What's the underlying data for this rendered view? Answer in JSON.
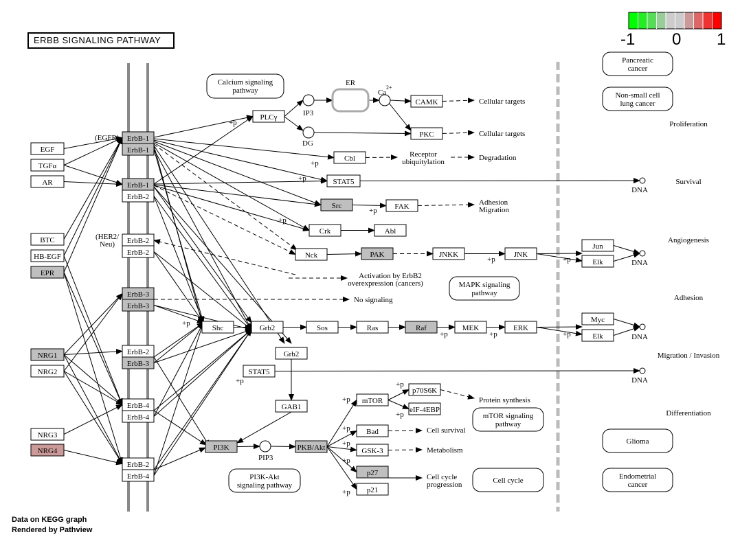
{
  "title": "ERBB SIGNALING PATHWAY",
  "legend": {
    "min": "-1",
    "mid": "0",
    "max": "1",
    "colors": [
      "#00ff00",
      "#22ee22",
      "#55dd55",
      "#99cc99",
      "#cccccc",
      "#cccccc",
      "#cc9999",
      "#dd6666",
      "#ee3333",
      "#ff0000"
    ]
  },
  "credits": {
    "line1": "Data on KEGG graph",
    "line2": "Rendered by  Pathview"
  },
  "labels": {
    "egfr": "(EGFR)",
    "her2": "(HER2/",
    "neu": "Neu)",
    "er": "ER",
    "ca": "Ca",
    "ca_sup": "2+",
    "ip3": "IP3",
    "dg": "DG",
    "pip3": "PIP3",
    "dna": "DNA",
    "p": "+p",
    "cellular_targets": "Cellular targets",
    "receptor": "Receptor",
    "ubiquitylation": "ubiquitylation",
    "degradation": "Degradation",
    "adhesion_l1": "Adhesion",
    "adhesion_l2": "Migration",
    "activation_l1": "Activation by ErbB2",
    "activation_l2": "overexpression (cancers)",
    "no_signaling": "No signaling",
    "protein_synthesis": "Protein synthesis",
    "cell_survival": "Cell survival",
    "metabolism": "Metabolism",
    "cell_cycle_prog_l1": "Cell cycle",
    "cell_cycle_prog_l2": "progression"
  },
  "outcomes": [
    "Proliferation",
    "Survival",
    "Angiogenesis",
    "Adhesion",
    "Migration / Invasion",
    "Differentiation"
  ],
  "nodes": [
    {
      "id": "EGF",
      "label": "EGF",
      "color": "#ffffff"
    },
    {
      "id": "TGFa",
      "label": "TGFα",
      "color": "#ffffff"
    },
    {
      "id": "AR",
      "label": "AR",
      "color": "#ffffff"
    },
    {
      "id": "BTC",
      "label": "BTC",
      "color": "#ffffff"
    },
    {
      "id": "HBEGF",
      "label": "HB-EGF",
      "color": "#ffffff"
    },
    {
      "id": "EPR",
      "label": "EPR",
      "color": "#bfbfbf"
    },
    {
      "id": "NRG1",
      "label": "NRG1",
      "color": "#bfbfbf"
    },
    {
      "id": "NRG2",
      "label": "NRG2",
      "color": "#ffffff"
    },
    {
      "id": "NRG3",
      "label": "NRG3",
      "color": "#ffffff"
    },
    {
      "id": "NRG4",
      "label": "NRG4",
      "color": "#cc9999"
    },
    {
      "id": "R11a",
      "label": "ErbB-1",
      "color": "#bfbfbf"
    },
    {
      "id": "R11b",
      "label": "ErbB-1",
      "color": "#bfbfbf"
    },
    {
      "id": "R12a",
      "label": "ErbB-1",
      "color": "#bfbfbf"
    },
    {
      "id": "R12b",
      "label": "ErbB-2",
      "color": "#ffffff"
    },
    {
      "id": "R22a",
      "label": "ErbB-2",
      "color": "#ffffff"
    },
    {
      "id": "R22b",
      "label": "ErbB-2",
      "color": "#ffffff"
    },
    {
      "id": "R33a",
      "label": "ErbB-3",
      "color": "#bfbfbf"
    },
    {
      "id": "R33b",
      "label": "ErbB-3",
      "color": "#bfbfbf"
    },
    {
      "id": "R23a",
      "label": "ErbB-2",
      "color": "#ffffff"
    },
    {
      "id": "R23b",
      "label": "ErbB-3",
      "color": "#bfbfbf"
    },
    {
      "id": "R44a",
      "label": "ErbB-4",
      "color": "#ffffff"
    },
    {
      "id": "R44b",
      "label": "ErbB-4",
      "color": "#ffffff"
    },
    {
      "id": "R24a",
      "label": "ErbB-2",
      "color": "#ffffff"
    },
    {
      "id": "R24b",
      "label": "ErbB-4",
      "color": "#ffffff"
    },
    {
      "id": "PLCy",
      "label": "PLCγ",
      "color": "#ffffff"
    },
    {
      "id": "CAMK",
      "label": "CAMK",
      "color": "#ffffff"
    },
    {
      "id": "PKC",
      "label": "PKC",
      "color": "#ffffff"
    },
    {
      "id": "Cbl",
      "label": "Cbl",
      "color": "#ffffff"
    },
    {
      "id": "STAT5a",
      "label": "STAT5",
      "color": "#ffffff"
    },
    {
      "id": "Src",
      "label": "Src",
      "color": "#bfbfbf"
    },
    {
      "id": "FAK",
      "label": "FAK",
      "color": "#ffffff"
    },
    {
      "id": "Crk",
      "label": "Crk",
      "color": "#ffffff"
    },
    {
      "id": "Abl",
      "label": "Abl",
      "color": "#ffffff"
    },
    {
      "id": "Nck",
      "label": "Nck",
      "color": "#ffffff"
    },
    {
      "id": "PAK",
      "label": "PAK",
      "color": "#bfbfbf"
    },
    {
      "id": "JNKK",
      "label": "JNKK",
      "color": "#ffffff"
    },
    {
      "id": "JNK",
      "label": "JNK",
      "color": "#ffffff"
    },
    {
      "id": "Jun",
      "label": "Jun",
      "color": "#ffffff"
    },
    {
      "id": "Elk1",
      "label": "Elk",
      "color": "#ffffff"
    },
    {
      "id": "Shc",
      "label": "Shc",
      "color": "#ffffff"
    },
    {
      "id": "Grb2a",
      "label": "Grb2",
      "color": "#ffffff"
    },
    {
      "id": "Sos",
      "label": "Sos",
      "color": "#ffffff"
    },
    {
      "id": "Ras",
      "label": "Ras",
      "color": "#ffffff"
    },
    {
      "id": "Raf",
      "label": "Raf",
      "color": "#bfbfbf"
    },
    {
      "id": "MEK",
      "label": "MEK",
      "color": "#ffffff"
    },
    {
      "id": "ERK",
      "label": "ERK",
      "color": "#ffffff"
    },
    {
      "id": "Myc",
      "label": "Myc",
      "color": "#ffffff"
    },
    {
      "id": "Elk2",
      "label": "Elk",
      "color": "#ffffff"
    },
    {
      "id": "Grb2b",
      "label": "Grb2",
      "color": "#ffffff"
    },
    {
      "id": "STAT5b",
      "label": "STAT5",
      "color": "#ffffff"
    },
    {
      "id": "GAB1",
      "label": "GAB1",
      "color": "#ffffff"
    },
    {
      "id": "mTOR",
      "label": "mTOR",
      "color": "#ffffff"
    },
    {
      "id": "p70S6K",
      "label": "p70S6K",
      "color": "#ffffff"
    },
    {
      "id": "eIF4EBP",
      "label": "eIF-4EBP",
      "color": "#ffffff"
    },
    {
      "id": "PI3K",
      "label": "PI3K",
      "color": "#bfbfbf"
    },
    {
      "id": "PKB",
      "label": "PKB/Akt",
      "color": "#bfbfbf"
    },
    {
      "id": "Bad",
      "label": "Bad",
      "color": "#ffffff"
    },
    {
      "id": "GSK3",
      "label": "GSK-3",
      "color": "#ffffff"
    },
    {
      "id": "p27",
      "label": "p27",
      "color": "#bfbfbf"
    },
    {
      "id": "p21",
      "label": "p21",
      "color": "#ffffff"
    }
  ],
  "pathways": [
    {
      "id": "calcium",
      "l1": "Calcium signaling",
      "l2": "pathway"
    },
    {
      "id": "mapk",
      "l1": "MAPK signaling",
      "l2": "pathway"
    },
    {
      "id": "mtor",
      "l1": "mTOR signaling",
      "l2": "pathway"
    },
    {
      "id": "pi3k",
      "l1": "PI3K-Akt",
      "l2": "signaling pathway"
    },
    {
      "id": "cellcycle",
      "l1": "Cell cycle",
      "l2": ""
    },
    {
      "id": "pancreatic",
      "l1": "Pancreatic",
      "l2": "cancer"
    },
    {
      "id": "nsclc",
      "l1": "Non-small cell",
      "l2": "lung cancer"
    },
    {
      "id": "glioma",
      "l1": "Glioma",
      "l2": ""
    },
    {
      "id": "endometrial",
      "l1": "Endometrial",
      "l2": "cancer"
    }
  ]
}
